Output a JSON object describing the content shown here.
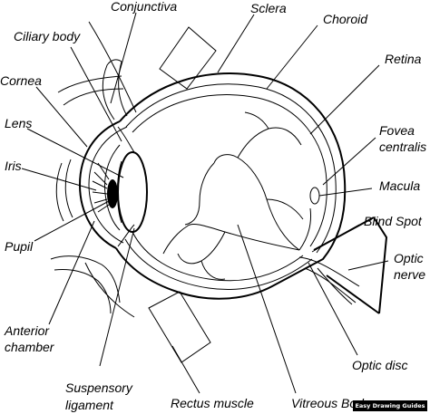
{
  "labels": {
    "conjunctiva": "Conjunctiva",
    "sclera": "Sclera",
    "choroid": "Choroid",
    "ciliary_body": "Ciliary body",
    "retina": "Retina",
    "cornea": "Cornea",
    "fovea_line1": "Fovea",
    "fovea_line2": "centralis",
    "lens": "Lens",
    "iris": "Iris",
    "macula": "Macula",
    "blind_spot": "Blind Spot",
    "pupil": "Pupil",
    "optic_nerve_line1": "Optic",
    "optic_nerve_line2": "nerve",
    "anterior_chamber_line1": "Anterior",
    "anterior_chamber_line2": "chamber",
    "optic_disc": "Optic  disc",
    "suspensory_ligament_line1": "Suspensory",
    "suspensory_ligament_line2": "ligament",
    "rectus_muscle": "Rectus muscle",
    "vitreous_body": "Vitreous Body"
  },
  "watermark": "Easy Drawing Guides"
}
